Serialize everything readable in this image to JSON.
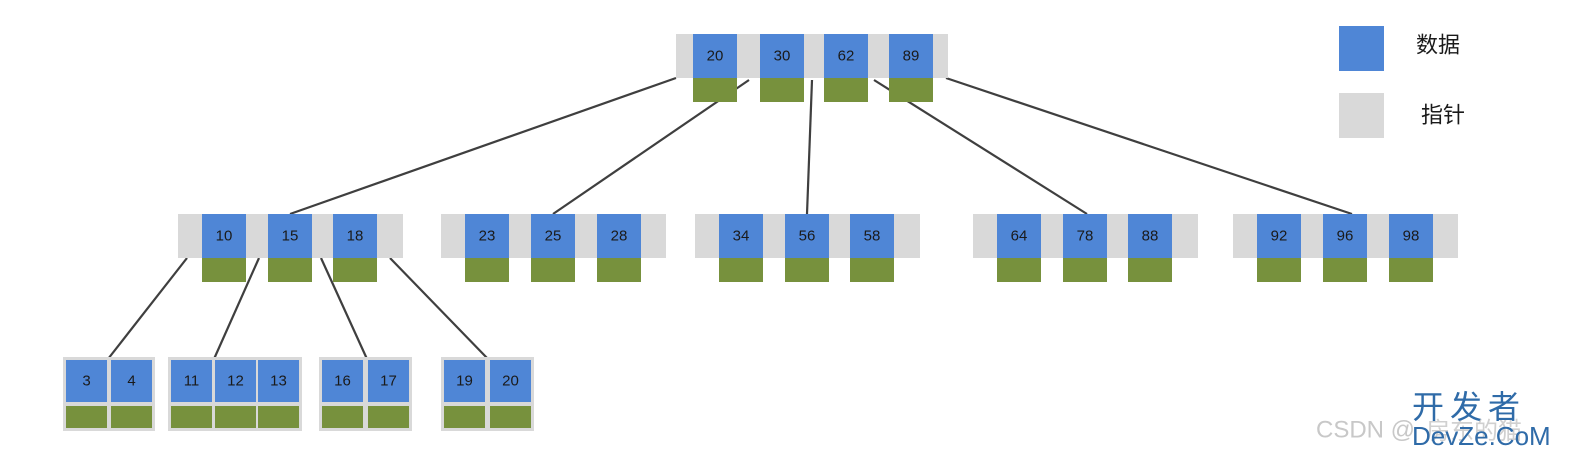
{
  "tree": {
    "root": {
      "keys": [
        "20",
        "30",
        "62",
        "89"
      ]
    },
    "level2": [
      {
        "keys": [
          "10",
          "15",
          "18"
        ]
      },
      {
        "keys": [
          "23",
          "25",
          "28"
        ]
      },
      {
        "keys": [
          "34",
          "56",
          "58"
        ]
      },
      {
        "keys": [
          "64",
          "78",
          "88"
        ]
      },
      {
        "keys": [
          "92",
          "96",
          "98"
        ]
      }
    ],
    "leaves": [
      {
        "keys": [
          "3",
          "4"
        ]
      },
      {
        "keys": [
          "11",
          "12",
          "13"
        ]
      },
      {
        "keys": [
          "16",
          "17"
        ]
      },
      {
        "keys": [
          "19",
          "20"
        ]
      }
    ]
  },
  "legend": {
    "data_label": "数据",
    "pointer_label": "指针"
  },
  "watermark": {
    "csdn": "CSDN @",
    "faint": "房东的猫",
    "cn": "开发者",
    "en": "DevZe.CoM"
  },
  "colors": {
    "key": "#4f86d6",
    "data": "#77913d",
    "pointer": "#d9d9d9",
    "edge": "#3f3f3f",
    "watermark": "#2f6ba8"
  }
}
